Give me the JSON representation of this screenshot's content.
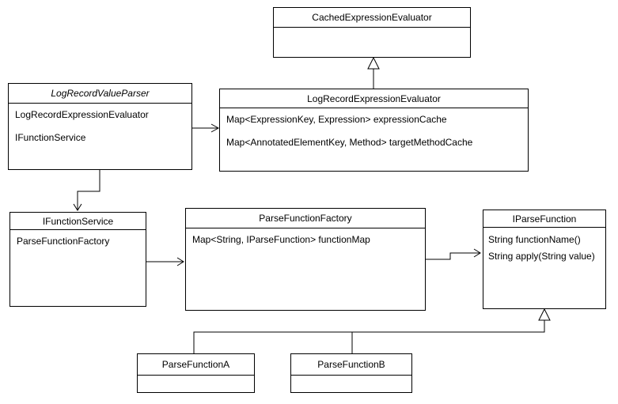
{
  "diagram": {
    "type": "uml-class-diagram",
    "colors": {
      "stroke": "#000000",
      "fill": "#ffffff",
      "text": "#000000"
    },
    "classes": [
      {
        "name": "CachedExpressionEvaluator",
        "abstract": false,
        "members": []
      },
      {
        "name": "LogRecordValueParser",
        "abstract": true,
        "members": [
          "LogRecordExpressionEvaluator",
          "IFunctionService"
        ]
      },
      {
        "name": "LogRecordExpressionEvaluator",
        "abstract": false,
        "members": [
          "Map<ExpressionKey, Expression> expressionCache",
          "Map<AnnotatedElementKey, Method> targetMethodCache"
        ]
      },
      {
        "name": "IFunctionService",
        "abstract": false,
        "members": [
          "ParseFunctionFactory"
        ]
      },
      {
        "name": "ParseFunctionFactory",
        "abstract": false,
        "members": [
          "Map<String, IParseFunction> functionMap"
        ]
      },
      {
        "name": "IParseFunction",
        "abstract": false,
        "members": [
          "String functionName()",
          "String apply(String value)"
        ]
      },
      {
        "name": "ParseFunctionA",
        "abstract": false,
        "members": []
      },
      {
        "name": "ParseFunctionB",
        "abstract": false,
        "members": []
      }
    ],
    "edges": [
      {
        "from": "LogRecordValueParser",
        "to": "LogRecordExpressionEvaluator",
        "type": "association"
      },
      {
        "from": "LogRecordExpressionEvaluator",
        "to": "CachedExpressionEvaluator",
        "type": "generalization"
      },
      {
        "from": "LogRecordValueParser",
        "to": "IFunctionService",
        "type": "association"
      },
      {
        "from": "IFunctionService",
        "to": "ParseFunctionFactory",
        "type": "association"
      },
      {
        "from": "ParseFunctionFactory",
        "to": "IParseFunction",
        "type": "association"
      },
      {
        "from": "ParseFunctionA",
        "to": "IParseFunction",
        "type": "generalization"
      },
      {
        "from": "ParseFunctionB",
        "to": "IParseFunction",
        "type": "generalization"
      }
    ]
  }
}
